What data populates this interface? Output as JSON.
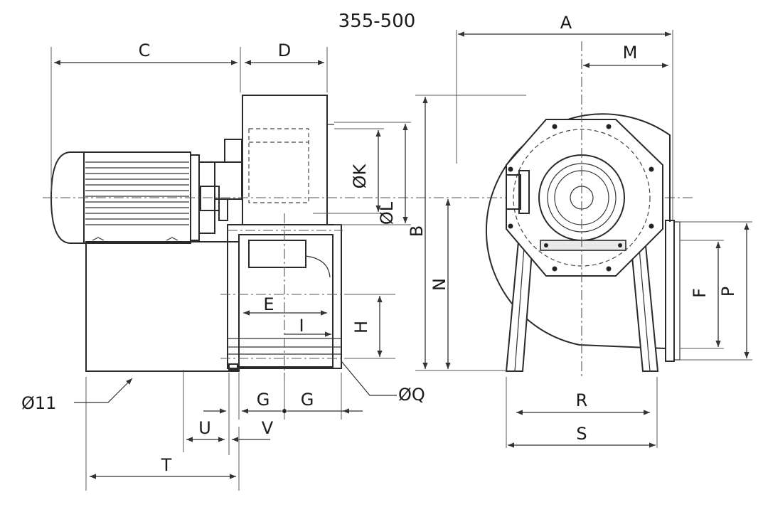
{
  "title": "355-500",
  "labels": {
    "A": "A",
    "B": "B",
    "C": "C",
    "D": "D",
    "E": "E",
    "F": "F",
    "G1": "G",
    "G2": "G",
    "H": "H",
    "I": "I",
    "K": "ØK",
    "L": "ØL",
    "M": "M",
    "N": "N",
    "P": "P",
    "Q": "ØQ",
    "R": "R",
    "S": "S",
    "T": "T",
    "U": "U",
    "V": "V",
    "hole": "Ø11"
  }
}
